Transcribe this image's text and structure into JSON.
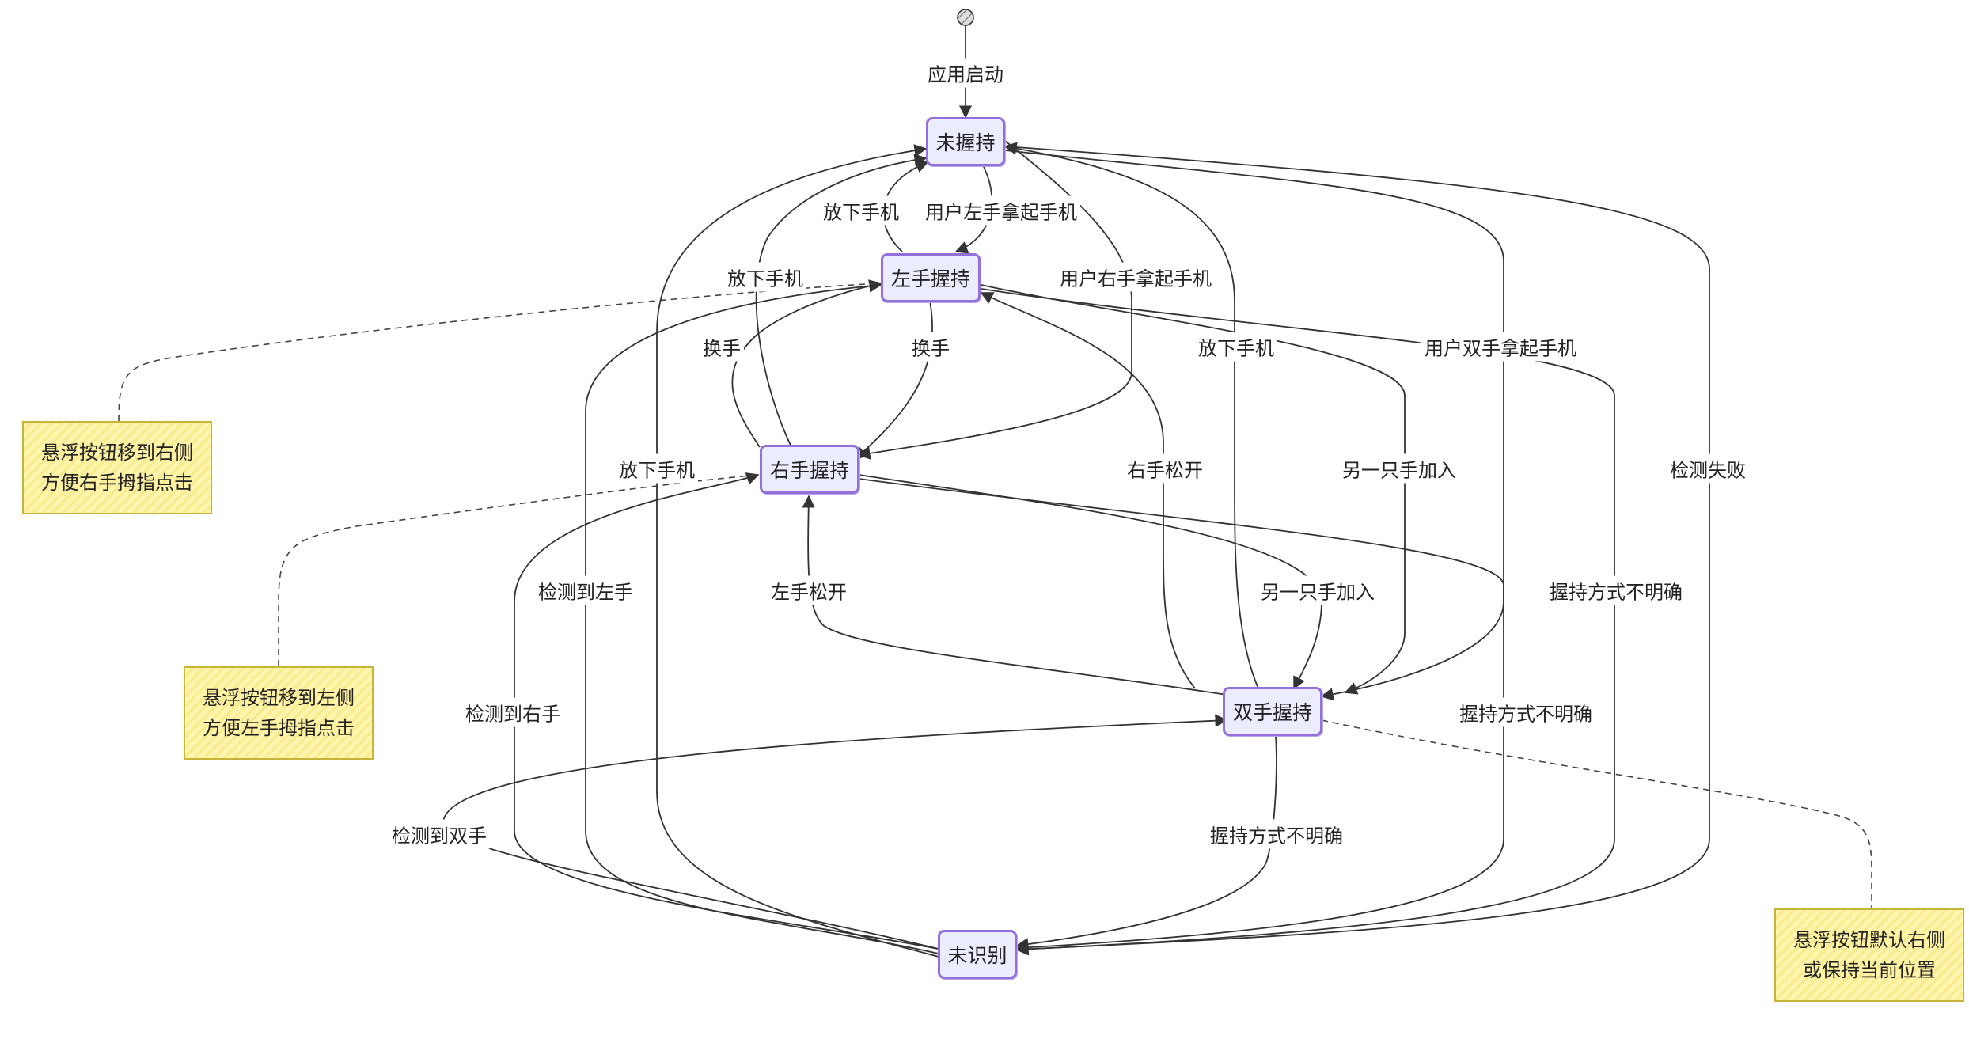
{
  "diagram": {
    "states": {
      "unheld": "未握持",
      "left": "左手握持",
      "right": "右手握持",
      "both": "双手握持",
      "unknown": "未识别"
    },
    "edge_labels": {
      "app_start": "应用启动",
      "putdown_left_to_unheld": "放下手机",
      "user_left_pickup": "用户左手拿起手机",
      "putdown_left_side": "放下手机",
      "user_right_pickup": "用户右手拿起手机",
      "switch_r_to_l": "换手",
      "switch_l_to_r": "换手",
      "putdown_both": "放下手机",
      "user_both_pickup": "用户双手拿起手机",
      "putdown_right": "放下手机",
      "right_release": "右手松开",
      "other_hand_join_left": "另一只手加入",
      "detect_fail": "检测失败",
      "detect_left": "检测到左手",
      "left_release": "左手松开",
      "other_hand_join_right": "另一只手加入",
      "unclear_right": "握持方式不明确",
      "detect_right": "检测到右手",
      "unclear_left": "握持方式不明确",
      "detect_both": "检测到双手",
      "unclear_both": "握持方式不明确"
    },
    "notes": {
      "left_line1": "悬浮按钮移到右侧",
      "left_line2": "方便右手拇指点击",
      "right_line1": "悬浮按钮移到左侧",
      "right_line2": "方便左手拇指点击",
      "both_line1": "悬浮按钮默认右侧",
      "both_line2": "或保持当前位置"
    },
    "colors": {
      "state_fill": "#ECECFF",
      "state_border": "#9370DB",
      "note_fill": "#FFF5AD",
      "note_border": "#C9B43A",
      "edge": "#333333"
    }
  }
}
